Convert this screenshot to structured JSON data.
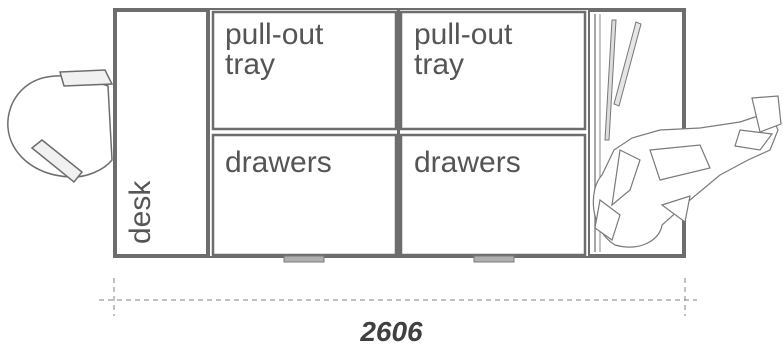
{
  "labels": {
    "desk": "desk",
    "tray_left": "pull-out\ntray",
    "tray_right": "pull-out\ntray",
    "drawers_left": "drawers",
    "drawers_right": "drawers"
  },
  "dimension": {
    "width": "2606"
  },
  "colors": {
    "line": "#555555",
    "frame": "#7a7a7a",
    "handle": "#a9a9a9",
    "dash": "#9a9a9a"
  }
}
